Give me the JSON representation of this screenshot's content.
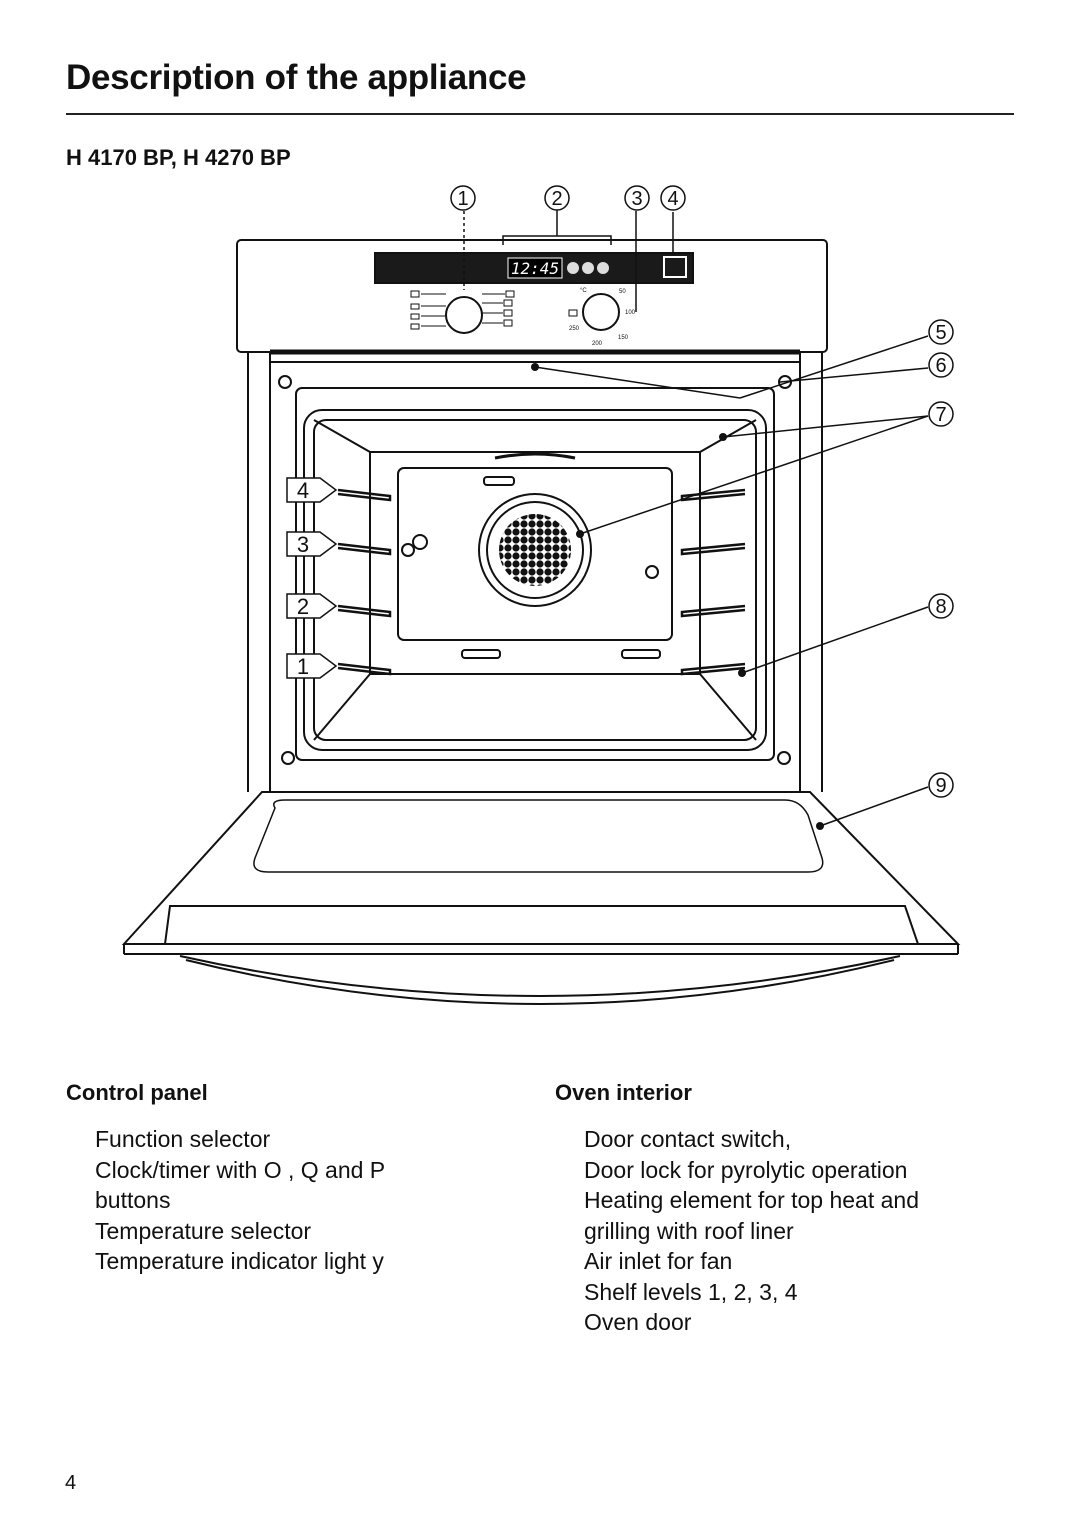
{
  "page": {
    "title": "Description of the appliance",
    "model": "H 4170 BP, H 4270 BP",
    "page_number": "4"
  },
  "figure": {
    "callouts": [
      "1",
      "2",
      "3",
      "4",
      "5",
      "6",
      "7",
      "8",
      "9"
    ],
    "shelf_labels": [
      "4",
      "3",
      "2",
      "1"
    ],
    "display_time": "12:45",
    "dial_marks": [
      "°C",
      "50",
      "100",
      "150",
      "200",
      "250"
    ]
  },
  "control_panel": {
    "heading": "Control panel",
    "items": [
      "Function selector",
      "Clock/timer with O , Q  and P",
      "buttons",
      "Temperature selector",
      "Temperature indicator light y"
    ]
  },
  "oven_interior": {
    "heading": "Oven interior",
    "items": [
      "Door contact switch,",
      "Door lock for pyrolytic operation",
      "Heating element for top heat and",
      "grilling with roof liner",
      "Air inlet for fan",
      "Shelf levels 1, 2, 3, 4",
      "Oven door"
    ]
  }
}
